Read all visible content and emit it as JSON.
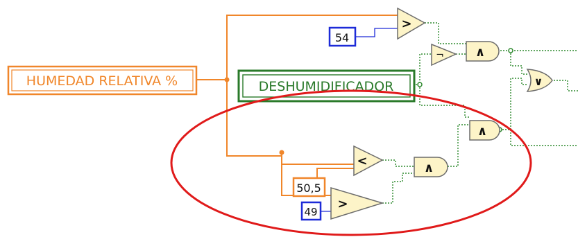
{
  "diagram": {
    "input_indicator": "HUMEDAD RELATIVA %",
    "output_indicator": "DESHUMIDIFICADOR",
    "constants": {
      "high": "54",
      "mid": "50,5",
      "low": "49"
    },
    "comparators": {
      "greater": ">",
      "less": "<",
      "not": "¬"
    },
    "gates": {
      "and": "∧",
      "or": "∨"
    }
  },
  "colors": {
    "numeric_wire": "#f0862a",
    "boolean_wire": "#2f8a2f",
    "constant_border_blue": "#1d2bd8",
    "constant_border_orange": "#f0862a",
    "indicator_border": "#2a7a2a",
    "annotation_ellipse": "#e01a1a",
    "gate_fill": "#fdf4c8"
  }
}
